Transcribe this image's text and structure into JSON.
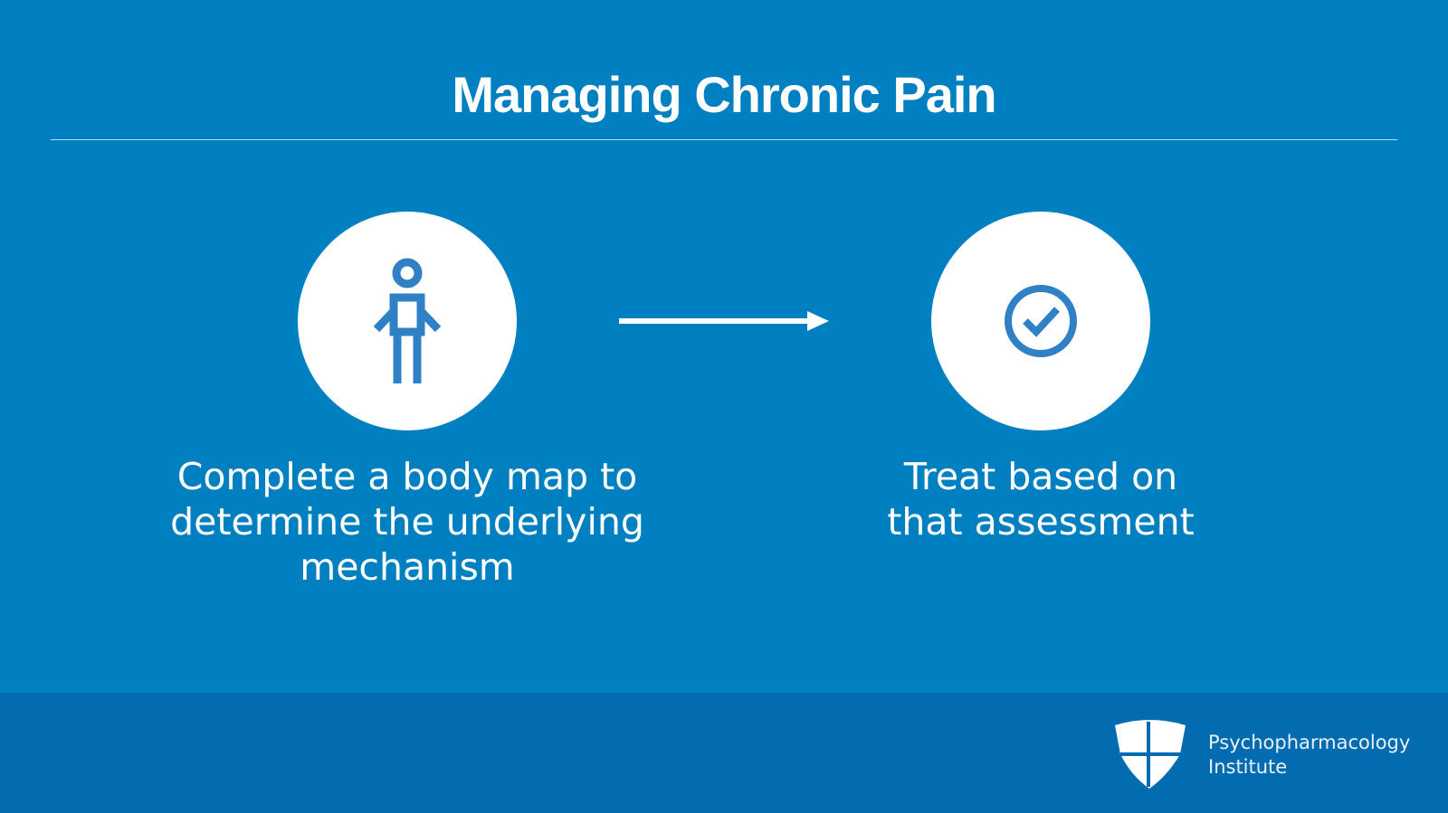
{
  "slide": {
    "title": "Managing Chronic Pain",
    "steps": [
      {
        "icon": "person-icon",
        "caption_lines": [
          "Complete a body map to",
          "determine the underlying",
          "mechanism"
        ]
      },
      {
        "icon": "check-circle-icon",
        "caption_lines": [
          "Treat based on",
          "that assessment"
        ]
      }
    ]
  },
  "footer": {
    "brand_line1": "Psychopharmacology",
    "brand_line2": "Institute"
  },
  "colors": {
    "background": "#0180c1",
    "footer": "#036bb0",
    "icon": "#2f80c4"
  }
}
